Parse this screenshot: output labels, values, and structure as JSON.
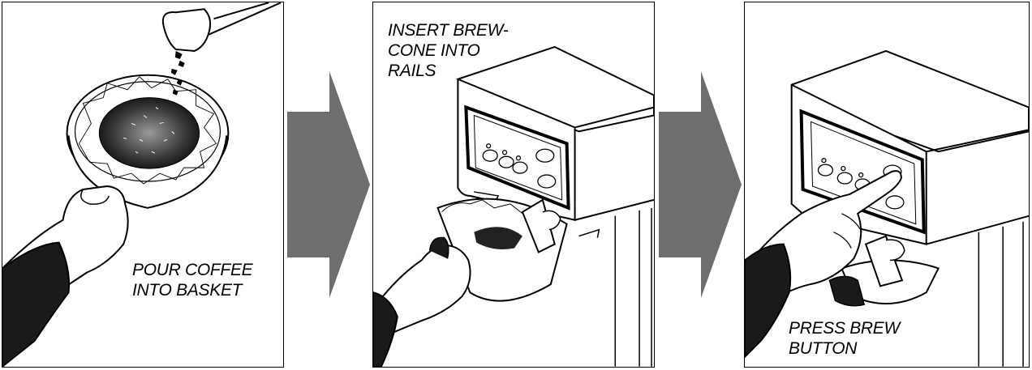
{
  "steps": [
    {
      "lines": [
        "POUR COFFEE",
        "INTO BASKET"
      ]
    },
    {
      "lines": [
        "INSERT BREW-",
        "CONE INTO",
        "RAILS"
      ]
    },
    {
      "lines": [
        "PRESS BREW",
        "BUTTON"
      ]
    }
  ],
  "colors": {
    "arrow": "#6e6e6e",
    "ink": "#000000",
    "sleeve": "#1a1a1a",
    "coffee": "#4a4a4a"
  },
  "icons": [
    "step-arrow-icon",
    "step-arrow-icon"
  ]
}
